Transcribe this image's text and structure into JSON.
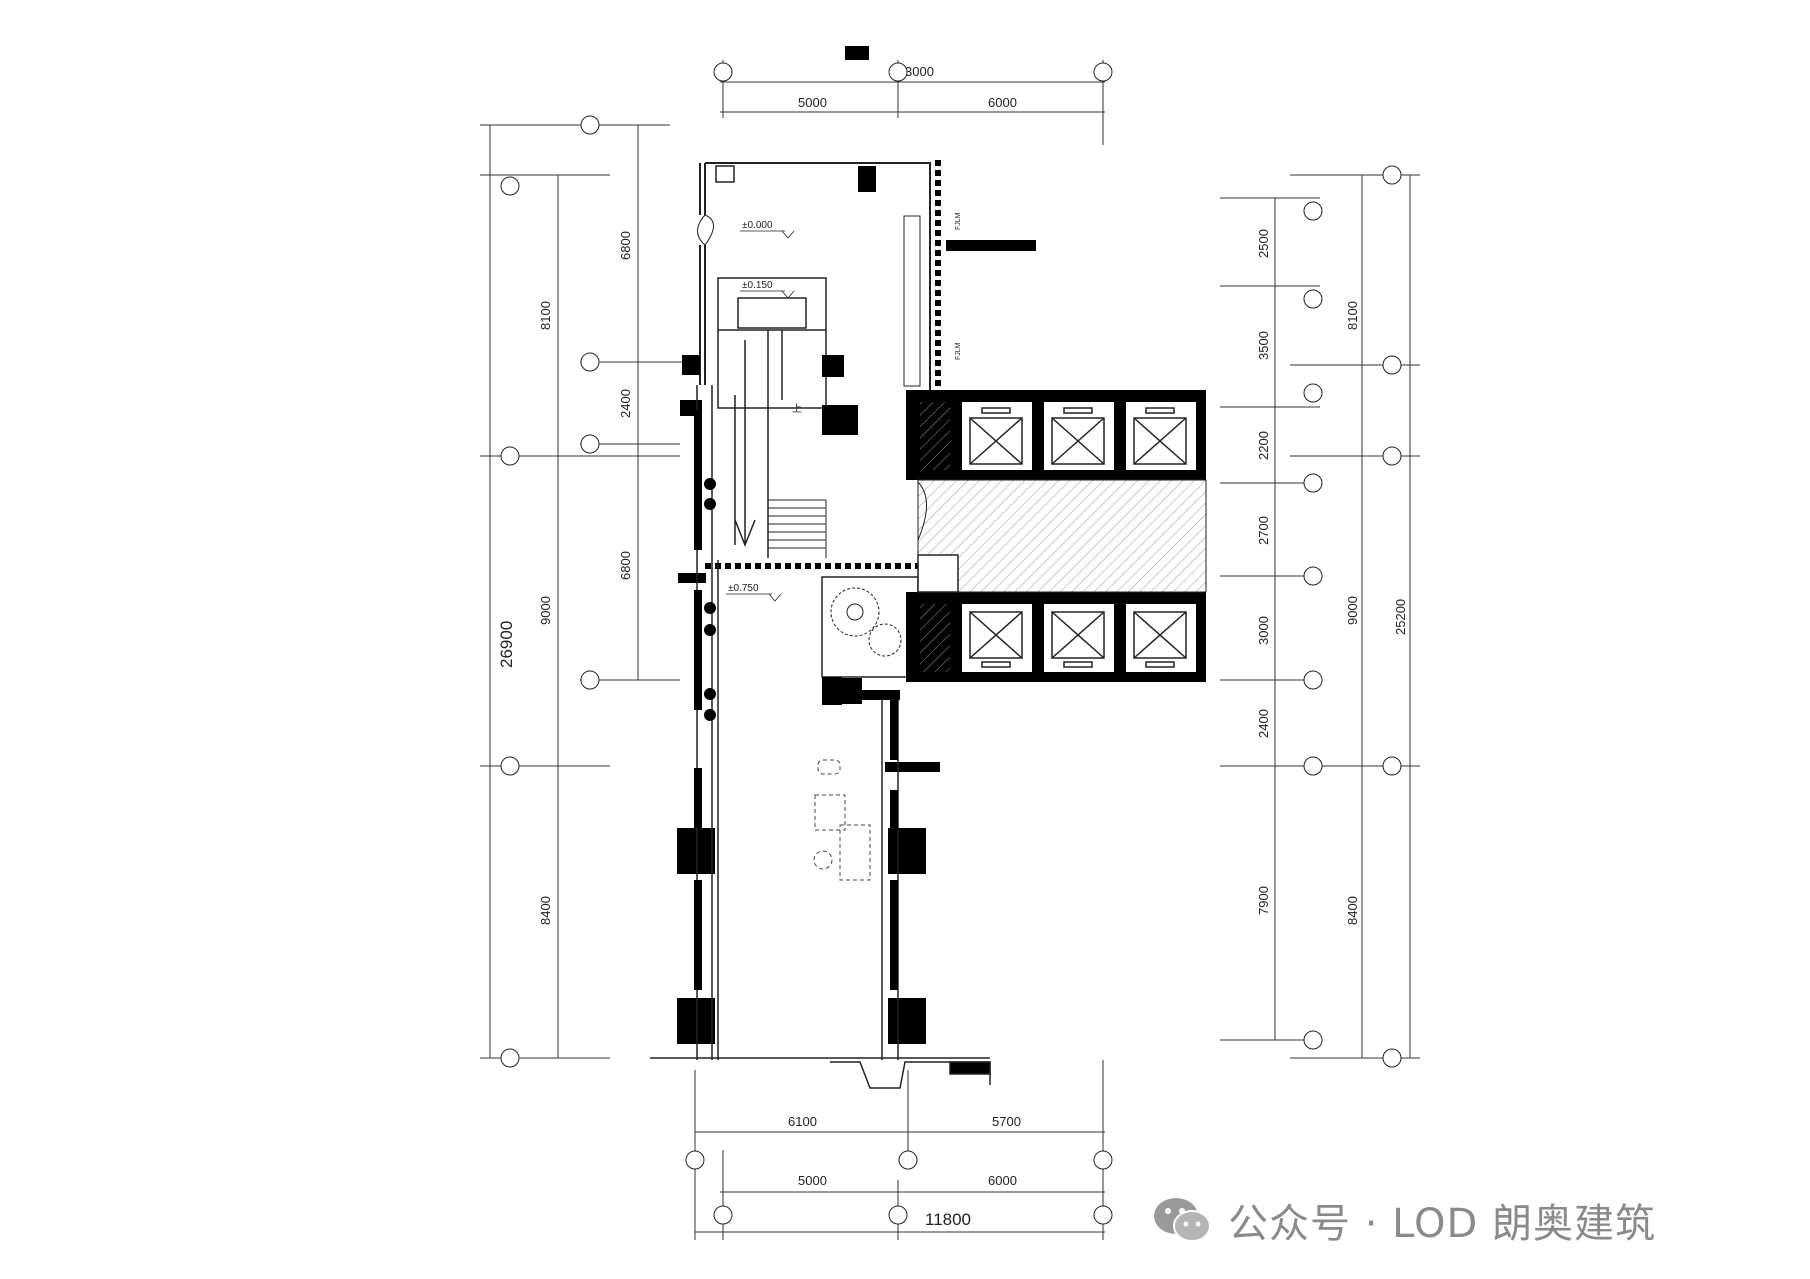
{
  "drawing": {
    "top_marker_label": "3000",
    "top_dims": [
      "5000",
      "6000"
    ],
    "bottom_dims_row1": [
      "6100",
      "5700"
    ],
    "bottom_dims_row2": [
      "5000",
      "6000"
    ],
    "bottom_total": "11800",
    "left_total": "26900",
    "left_dims_outer": [
      "8100",
      "9000",
      "8400"
    ],
    "left_dims_inner": [
      "6800",
      "2400",
      "6800"
    ],
    "right_total": "25200",
    "right_dims_outer": [
      "8100",
      "9000",
      "8400"
    ],
    "right_dims_inner": [
      "2500",
      "3500",
      "2200",
      "2700",
      "3000",
      "2400",
      "7900"
    ],
    "levels": [
      "±0.000",
      "±0.150",
      "±0.750"
    ],
    "stair_label": "上",
    "wall_tag": "FJLM"
  },
  "watermark": {
    "text": "公众号 · LOD 朗奥建筑",
    "icon": "wechat-icon"
  }
}
